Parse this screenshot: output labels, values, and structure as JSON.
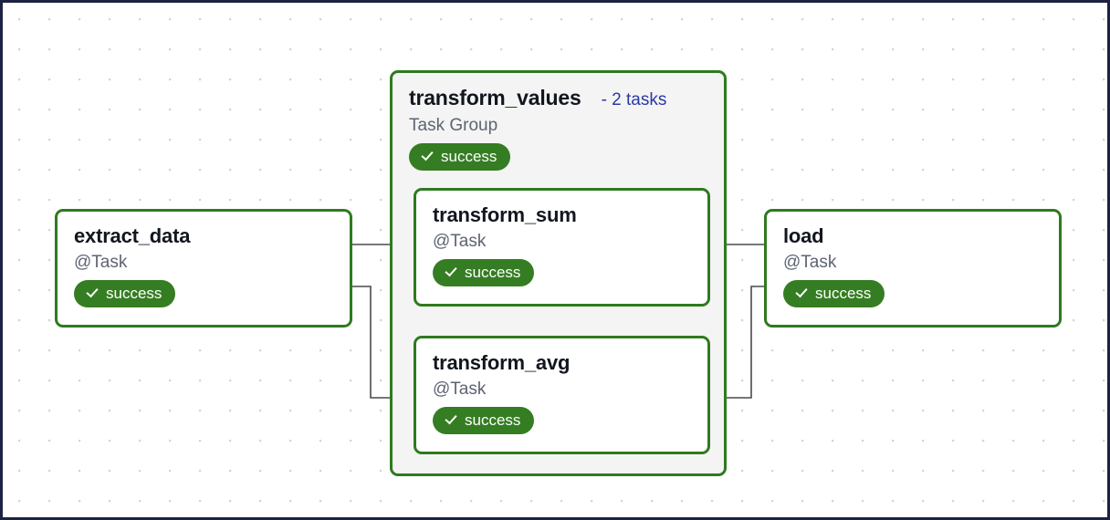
{
  "theme": {
    "frame_border": "#1c2340",
    "node_border_success": "#2f7a1f",
    "badge_success_bg": "#357d22",
    "link_blue": "#2b38a6",
    "muted_text": "#5d6472",
    "group_bg": "#f4f4f4",
    "grid_dot": "#d4d4d8"
  },
  "graph": {
    "nodes": [
      {
        "id": "extract_data",
        "title": "extract_data",
        "type_label": "@Task",
        "status": "success",
        "status_icon": "check-icon"
      },
      {
        "id": "load",
        "title": "load",
        "type_label": "@Task",
        "status": "success",
        "status_icon": "check-icon"
      }
    ],
    "task_group": {
      "id": "transform_values",
      "title": "transform_values",
      "task_count_label": "- 2 tasks",
      "type_label": "Task Group",
      "status": "success",
      "status_icon": "check-icon",
      "children": [
        {
          "id": "transform_sum",
          "title": "transform_sum",
          "type_label": "@Task",
          "status": "success",
          "status_icon": "check-icon"
        },
        {
          "id": "transform_avg",
          "title": "transform_avg",
          "type_label": "@Task",
          "status": "success",
          "status_icon": "check-icon"
        }
      ]
    },
    "edges": [
      {
        "from": "extract_data",
        "to": "transform_sum"
      },
      {
        "from": "extract_data",
        "to": "transform_avg"
      },
      {
        "from": "transform_sum",
        "to": "load"
      },
      {
        "from": "transform_avg",
        "to": "load"
      }
    ]
  }
}
